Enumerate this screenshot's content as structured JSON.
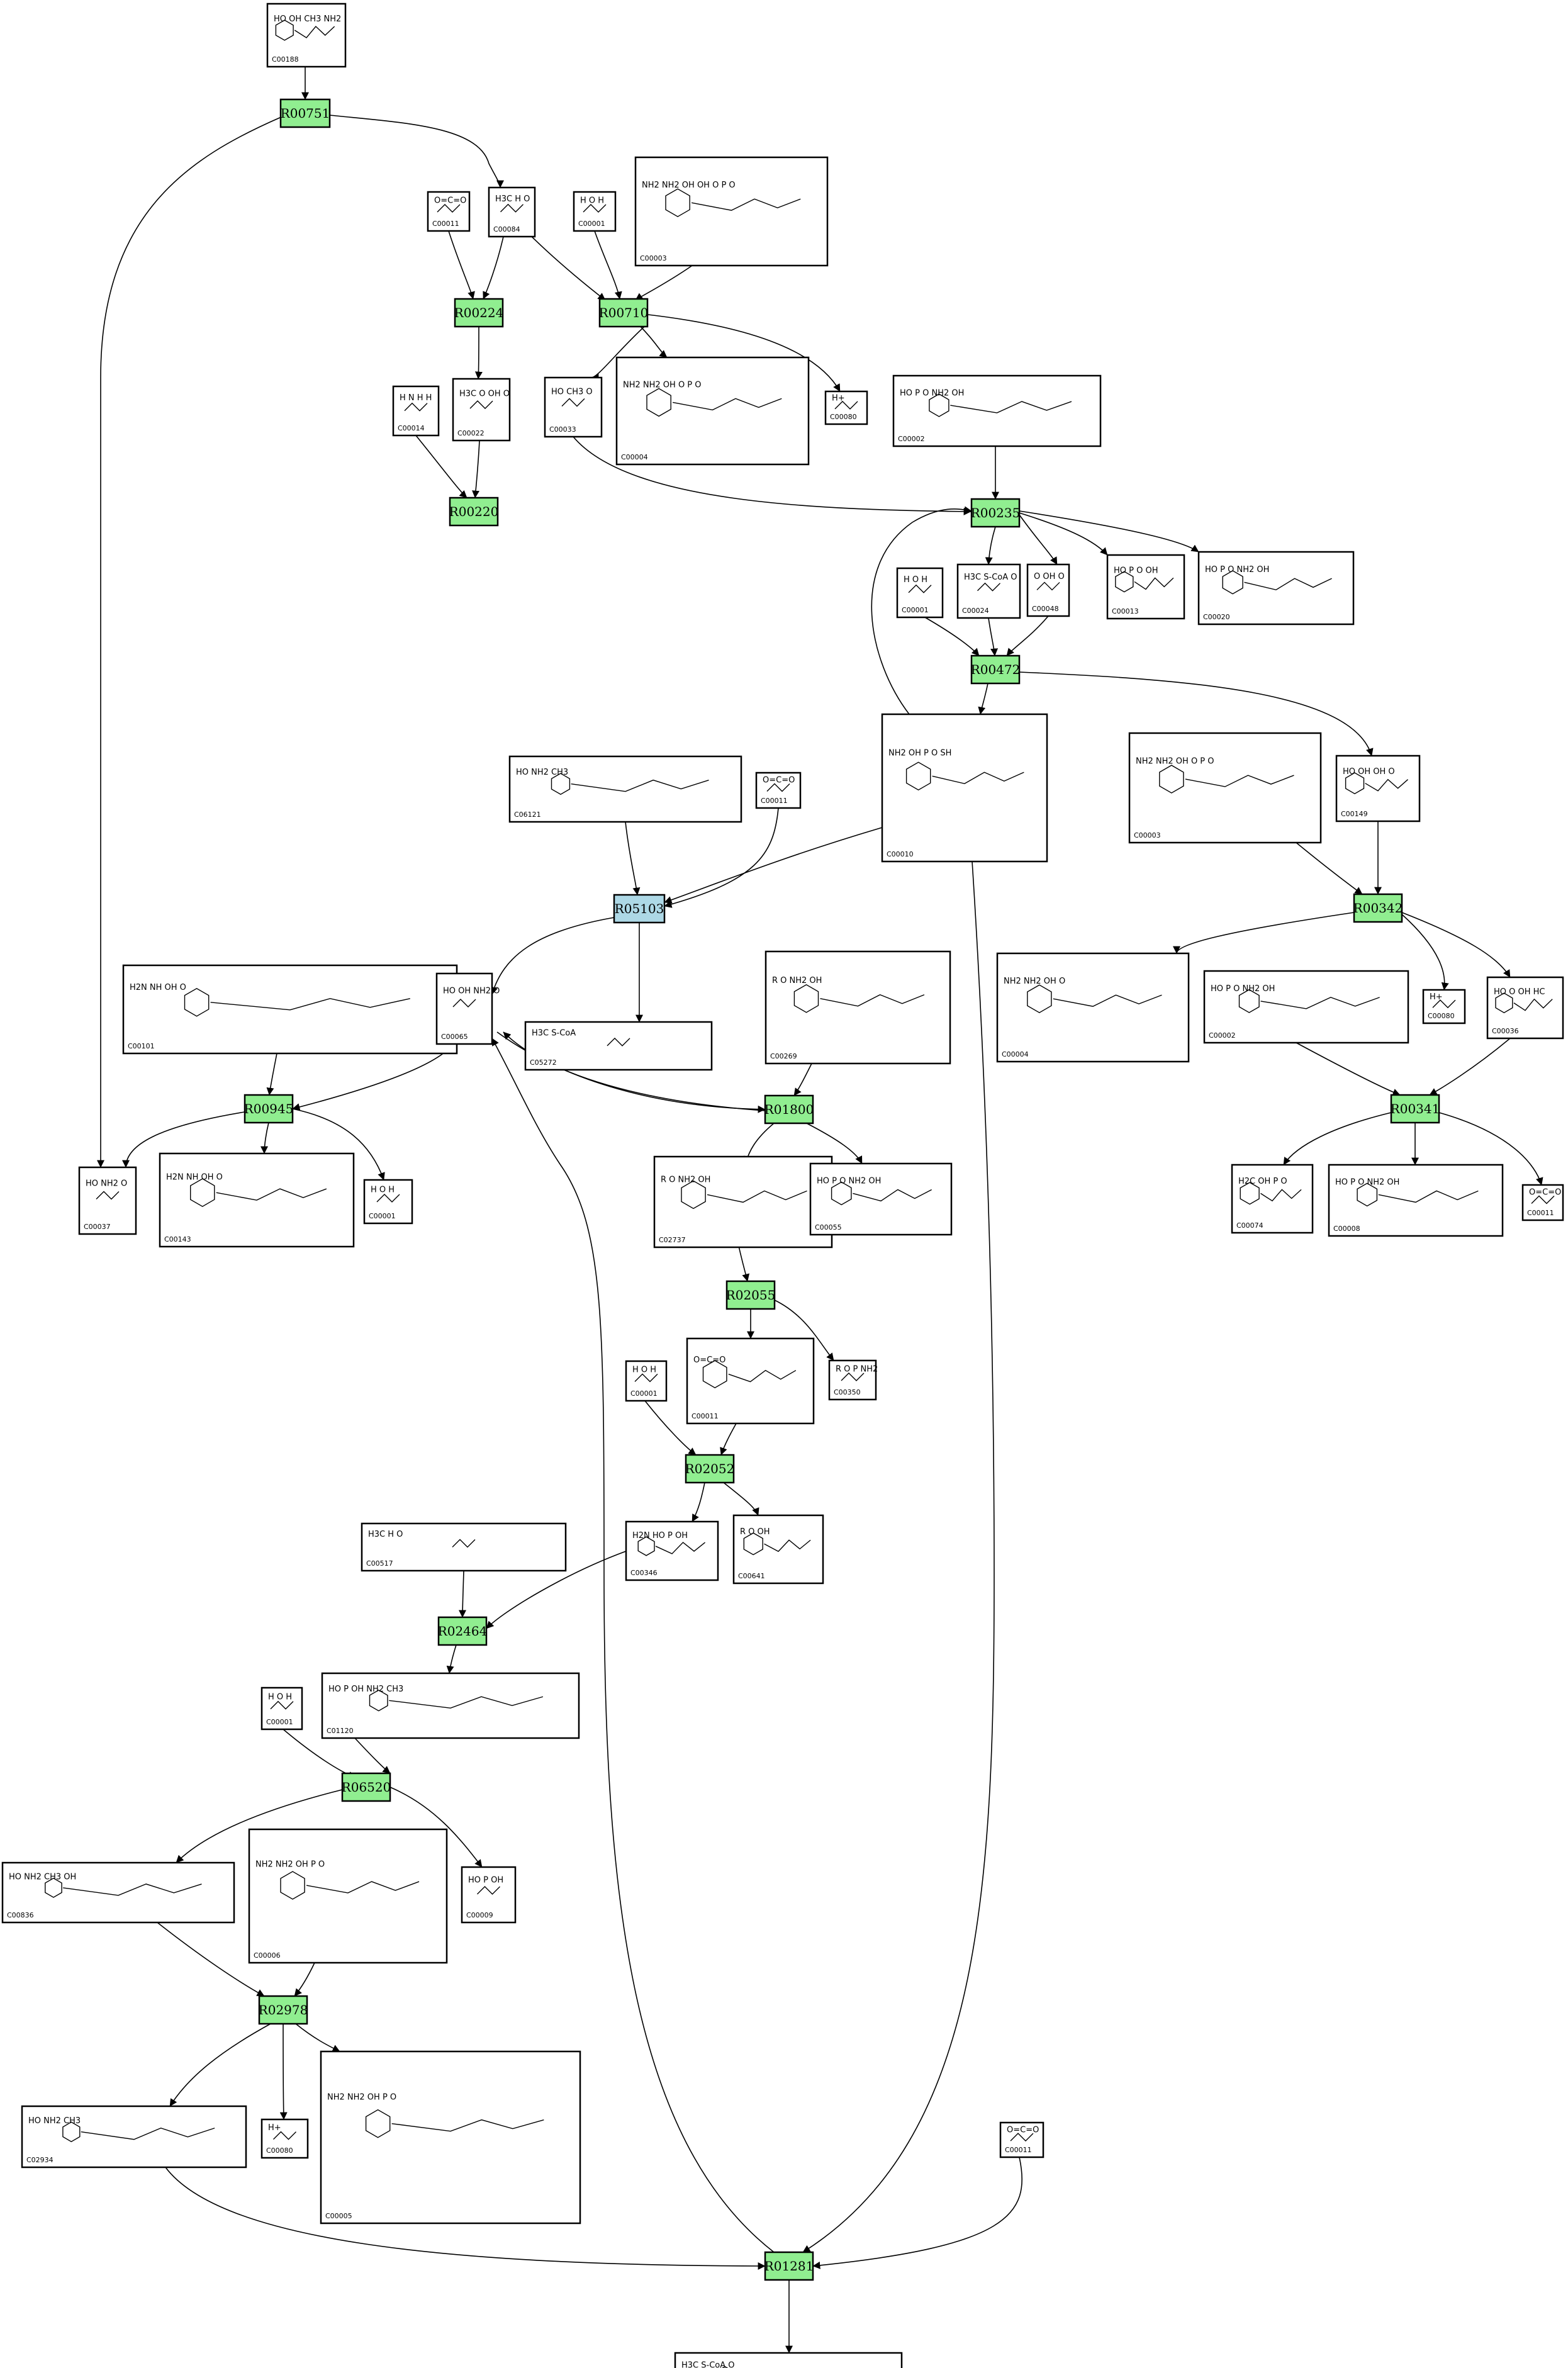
{
  "compounds": [
    {
      "id": "C00188",
      "text": "HO OH CH3 NH2"
    },
    {
      "id": "C00011",
      "text": "O=C=O"
    },
    {
      "id": "C00084",
      "text": "H3C H O"
    },
    {
      "id": "C00001",
      "text": "H O H"
    },
    {
      "id": "C00003",
      "text": "NH2 NH2 OH OH O P O"
    },
    {
      "id": "C00022",
      "text": "H3C O OH O"
    },
    {
      "id": "C00014",
      "text": "H N H H"
    },
    {
      "id": "C00033",
      "text": "HO CH3 O"
    },
    {
      "id": "C00004",
      "text": "NH2 NH2 OH O P O"
    },
    {
      "id": "C00080",
      "text": "H+"
    },
    {
      "id": "C00002",
      "text": "HO P O NH2 OH"
    },
    {
      "id": "C00001",
      "text": "H O H"
    },
    {
      "id": "C00024",
      "text": "H3C S-CoA O"
    },
    {
      "id": "C00048",
      "text": "O OH O"
    },
    {
      "id": "C00013",
      "text": "HO P O OH"
    },
    {
      "id": "C00020",
      "text": "HO P O NH2 OH"
    },
    {
      "id": "C06121",
      "text": "HO NH2 CH3"
    },
    {
      "id": "C00011",
      "text": "O=C=O"
    },
    {
      "id": "C00010",
      "text": "NH2 OH P O SH"
    },
    {
      "id": "C00003",
      "text": "NH2 NH2 OH O P O"
    },
    {
      "id": "C00149",
      "text": "HO OH OH O"
    },
    {
      "id": "C00101",
      "text": "H2N NH OH O"
    },
    {
      "id": "C00065",
      "text": "HO OH NH2 O"
    },
    {
      "id": "C05272",
      "text": "H3C S-CoA"
    },
    {
      "id": "C00269",
      "text": "R O NH2 OH"
    },
    {
      "id": "C00004",
      "text": "NH2 NH2 OH O"
    },
    {
      "id": "C00002",
      "text": "HO P O NH2 OH"
    },
    {
      "id": "C00080",
      "text": "H+"
    },
    {
      "id": "C00036",
      "text": "HO O OH HC"
    },
    {
      "id": "C00037",
      "text": "HO NH2 O"
    },
    {
      "id": "C00143",
      "text": "H2N NH OH O"
    },
    {
      "id": "C00001",
      "text": "H O H"
    },
    {
      "id": "C02737",
      "text": "R O NH2 OH"
    },
    {
      "id": "C00055",
      "text": "HO P O NH2 OH"
    },
    {
      "id": "C00074",
      "text": "H2C OH P O"
    },
    {
      "id": "C00008",
      "text": "HO P O NH2 OH"
    },
    {
      "id": "C00011",
      "text": "O=C=O"
    },
    {
      "id": "C00350",
      "text": "R O P NH2"
    },
    {
      "id": "C00011",
      "text": "O=C=O"
    },
    {
      "id": "C00001",
      "text": "H O H"
    },
    {
      "id": "C00346",
      "text": "H2N HO P OH"
    },
    {
      "id": "C00641",
      "text": "R O OH"
    },
    {
      "id": "C00517",
      "text": "H3C H O"
    },
    {
      "id": "C01120",
      "text": "HO P OH NH2 CH3"
    },
    {
      "id": "C00001",
      "text": "H O H"
    },
    {
      "id": "C00836",
      "text": "HO NH2 CH3 OH"
    },
    {
      "id": "C00006",
      "text": "NH2 NH2 OH P O"
    },
    {
      "id": "C00009",
      "text": "HO P OH"
    },
    {
      "id": "C02934",
      "text": "HO NH2 CH3"
    },
    {
      "id": "C00080",
      "text": "H+"
    },
    {
      "id": "C00005",
      "text": "NH2 NH2 OH P O"
    },
    {
      "id": "C00011",
      "text": "O=C=O"
    },
    {
      "id": "C00154",
      "text": "H3C S-CoA O"
    }
  ],
  "reactions": [
    {
      "id": "R00751"
    },
    {
      "id": "R00224"
    },
    {
      "id": "R00710"
    },
    {
      "id": "R00220"
    },
    {
      "id": "R00235"
    },
    {
      "id": "R00472"
    },
    {
      "id": "R05103"
    },
    {
      "id": "R00342"
    },
    {
      "id": "R00945"
    },
    {
      "id": "R01800"
    },
    {
      "id": "R00341"
    },
    {
      "id": "R02055"
    },
    {
      "id": "R02052"
    },
    {
      "id": "R02464"
    },
    {
      "id": "R06520"
    },
    {
      "id": "R02978"
    },
    {
      "id": "R01281"
    }
  ],
  "colors": {
    "reaction": "#90ee90",
    "reaction_highlight": "#add8e6",
    "compound": "#ffffff",
    "edge": "#000000"
  }
}
